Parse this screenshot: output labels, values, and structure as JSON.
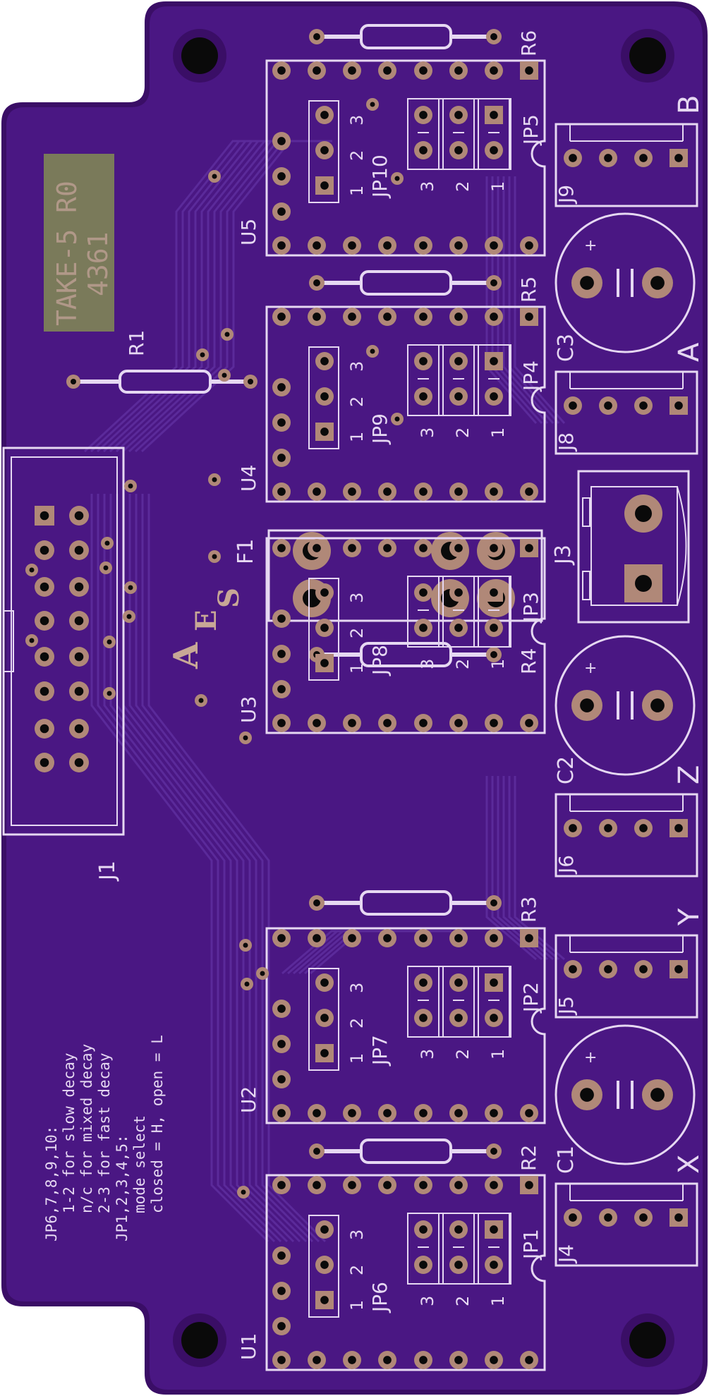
{
  "colors": {
    "board_edge": "#3a0e66",
    "board": "#4a1783",
    "trace": "#5b2a9a",
    "silk": "#e6d8f2",
    "pad": "#b08878",
    "drill": "#0a0a0a",
    "label_box": "#7a7a5a",
    "label_text": "#b09888",
    "logo": "#c8a896"
  },
  "board_label": {
    "line1": "TAKE-5 R0",
    "line2": "4361"
  },
  "logo": {
    "a": "A",
    "e": "E",
    "s": "S"
  },
  "notes": [
    "JP6,7,8,9,10:",
    "1-2 for slow decay",
    "n/c for mixed decay",
    "2-3 for fast decay",
    "JP1,2,3,4,5:",
    "mode select",
    "closed = H, open = L"
  ],
  "refs": {
    "r1": "R1",
    "r2": "R2",
    "r3": "R3",
    "r4": "R4",
    "r5": "R5",
    "r6": "R6",
    "u1": "U1",
    "u2": "U2",
    "u3": "U3",
    "u4": "U4",
    "u5": "U5",
    "j1": "J1",
    "j3": "J3",
    "j4": "J4",
    "j5": "J5",
    "j6": "J6",
    "j8": "J8",
    "j9": "J9",
    "f1": "F1",
    "c1": "C1",
    "c2": "C2",
    "c3": "C3",
    "jp1": "JP1",
    "jp2": "JP2",
    "jp3": "JP3",
    "jp4": "JP4",
    "jp5": "JP5",
    "jp6": "JP6",
    "jp7": "JP7",
    "jp8": "JP8",
    "jp9": "JP9",
    "jp10": "JP10"
  },
  "axes": {
    "x": "X",
    "y": "Y",
    "z": "Z",
    "a": "A",
    "b": "B"
  },
  "pin_numbers": {
    "one": "1",
    "two": "2",
    "three": "3"
  },
  "cap_plus": "+"
}
